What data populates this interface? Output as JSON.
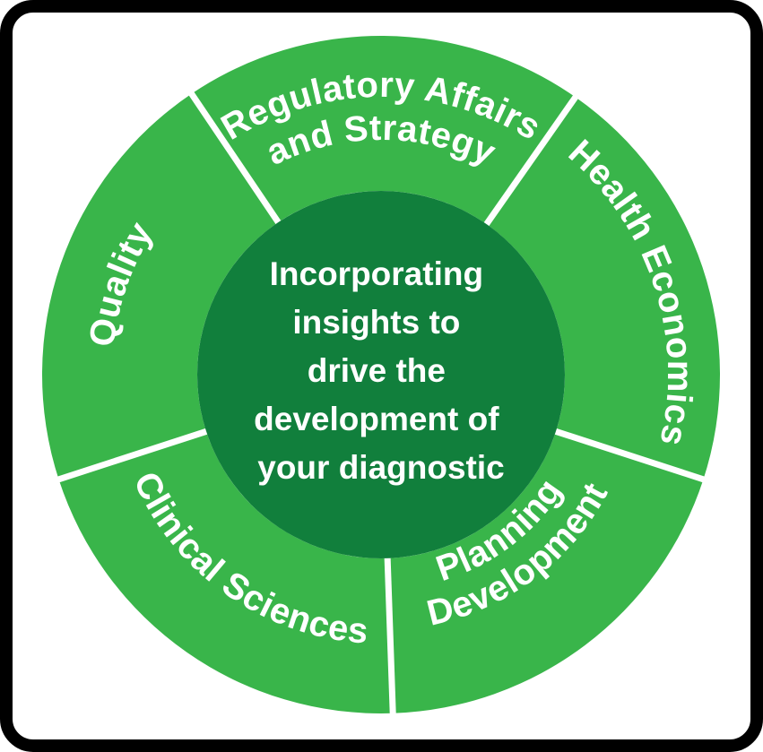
{
  "colors": {
    "frame": "#000000",
    "background": "#ffffff",
    "segment": "#39b54a",
    "center": "#117f3c",
    "divider": "#ffffff",
    "text": "#ffffff"
  },
  "center": {
    "lines": [
      "Incorporating",
      "insights to",
      "drive the",
      "development of",
      "your diagnostic"
    ]
  },
  "segments": [
    {
      "id": "regulatory",
      "lines": [
        "Regulatory Affairs",
        "and Strategy"
      ]
    },
    {
      "id": "health-economics",
      "lines": [
        "Health Economics"
      ]
    },
    {
      "id": "development-planning",
      "lines": [
        "Development",
        "Planning"
      ]
    },
    {
      "id": "clinical-sciences",
      "lines": [
        "Clinical Sciences"
      ]
    },
    {
      "id": "quality",
      "lines": [
        "Quality"
      ]
    }
  ]
}
